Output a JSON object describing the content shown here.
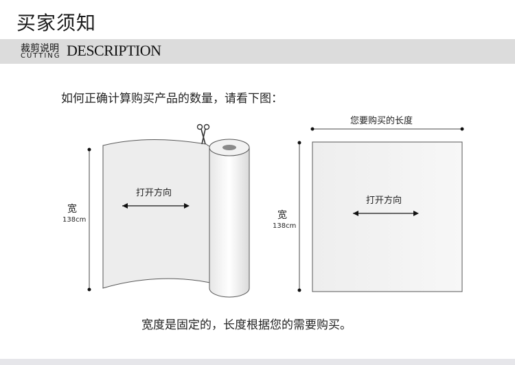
{
  "page": {
    "title": "买家须知"
  },
  "header": {
    "cn_label": "裁剪说明",
    "en_label": "CUTTING",
    "desc_label": "DESCRIPTION"
  },
  "instructions": {
    "question": "如何正确计算购买产品的数量，请看下图：",
    "note": "宽度是固定的，长度根据您的需要购买。"
  },
  "roll_diagram": {
    "direction_label": "打开方向",
    "width_label": "宽",
    "width_value": "138cm",
    "scissors_icon": "scissors-icon"
  },
  "sheet_diagram": {
    "length_label": "您要购买的长度",
    "direction_label": "打开方向",
    "width_label": "宽",
    "width_value": "138cm"
  }
}
